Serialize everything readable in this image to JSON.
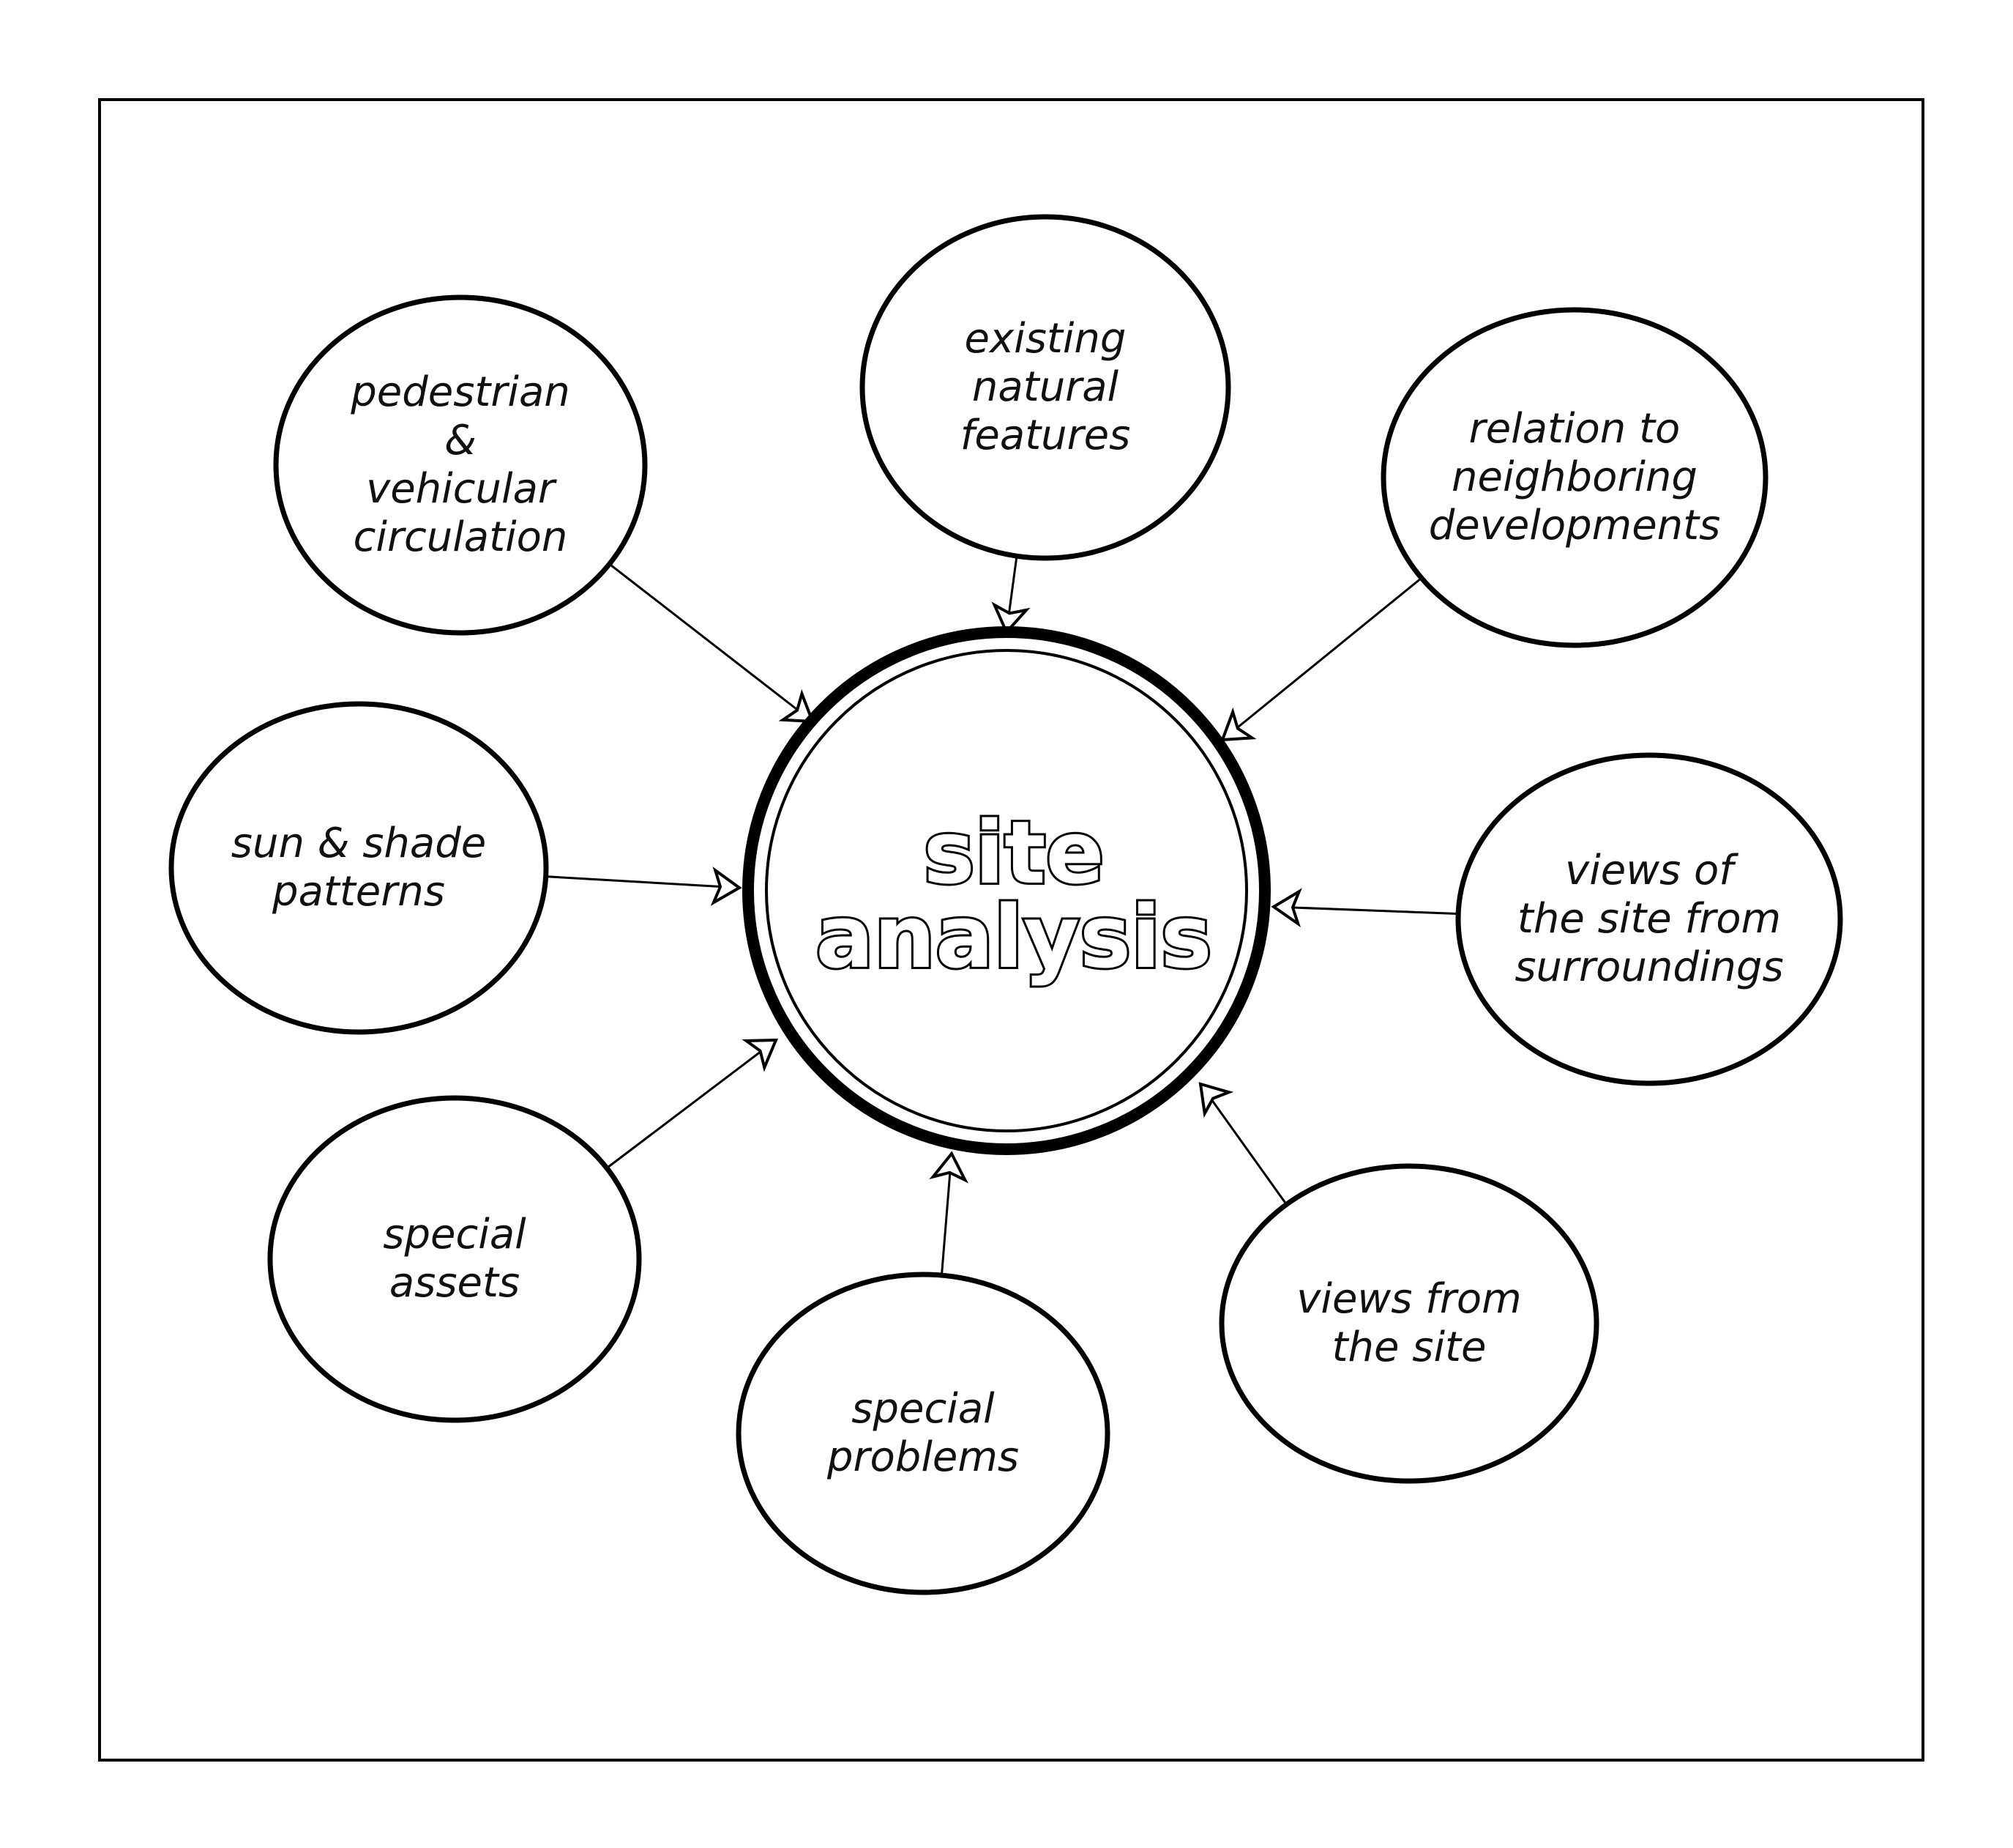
{
  "center": {
    "lines": [
      "site",
      "analysis"
    ]
  },
  "nodes": [
    {
      "id": "existing-natural-features",
      "lines": [
        "existing",
        "natural",
        "features"
      ]
    },
    {
      "id": "pedestrian-vehicular-circulation",
      "lines": [
        "pedestrian",
        "&",
        "vehicular",
        "circulation"
      ]
    },
    {
      "id": "relation-to-neighboring-developments",
      "lines": [
        "relation to",
        "neighboring",
        "developments"
      ]
    },
    {
      "id": "sun-shade-patterns",
      "lines": [
        "sun & shade",
        "patterns"
      ]
    },
    {
      "id": "views-of-site-from-surroundings",
      "lines": [
        "views of",
        "the site from",
        "surroundings"
      ]
    },
    {
      "id": "special-assets",
      "lines": [
        "special",
        "assets"
      ]
    },
    {
      "id": "special-problems",
      "lines": [
        "special",
        "problems"
      ]
    },
    {
      "id": "views-from-site",
      "lines": [
        "views from",
        "the site"
      ]
    }
  ]
}
